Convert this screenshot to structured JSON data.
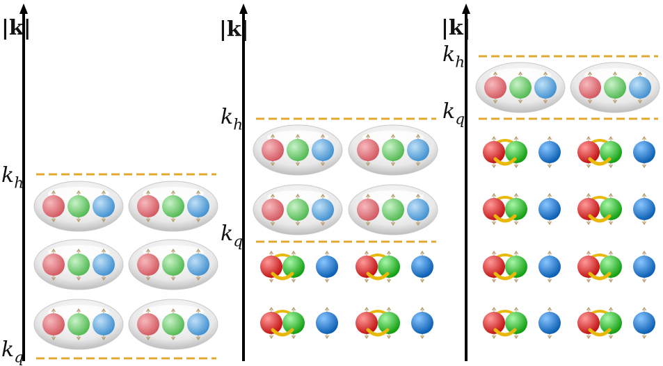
{
  "panels": [
    {
      "axis_label": "|k|",
      "upper_label": "k",
      "upper_sub": "h",
      "lower_label": "k",
      "lower_sub": "q",
      "baryon_rows": 3,
      "quark_rows": 0
    },
    {
      "axis_label": "|k|",
      "upper_label": "k",
      "upper_sub": "h",
      "lower_label": "k",
      "lower_sub": "q",
      "baryon_rows": 2,
      "quark_rows": 2
    },
    {
      "axis_label": "|k|",
      "upper_label": "k",
      "upper_sub": "h",
      "lower_label": "k",
      "lower_sub": "q",
      "baryon_rows": 1,
      "quark_rows": 4
    }
  ],
  "colors": {
    "quark_red": "#e53030",
    "quark_green": "#2fc22f",
    "quark_blue": "#1f7fd6",
    "baryon_red": "#e06a72",
    "baryon_green": "#6fd46f",
    "baryon_blue": "#5fa8df",
    "fermi_line": "#e0a830",
    "diquark_link": "#e8b80a",
    "axis": "#000000"
  }
}
